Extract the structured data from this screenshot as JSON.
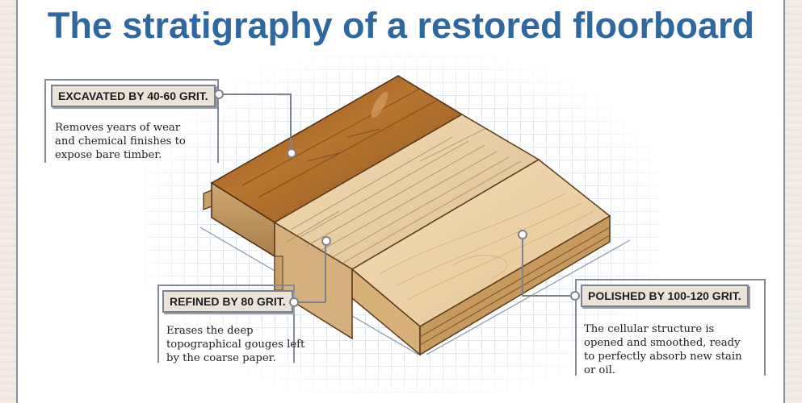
{
  "title": "The stratigraphy of a restored floorboard",
  "callouts": [
    {
      "id": "excavated",
      "label": "EXCAVATED BY 40-60 GRIT.",
      "description_lines": [
        "Removes years of wear",
        "and chemical finishes to",
        "expose bare timber."
      ]
    },
    {
      "id": "refined",
      "label": "REFINED BY 80 GRIT.",
      "description_lines": [
        "Erases the deep",
        "topographical gouges left",
        "by the coarse paper."
      ]
    },
    {
      "id": "polished",
      "label": "POLISHED BY 100-120 GRIT.",
      "description_lines": [
        "The cellular structure is",
        "opened and smoothed, ready",
        "to perfectly absorb new stain",
        "or oil."
      ]
    }
  ],
  "colors": {
    "title": "#2f67a0",
    "label_bg": "#ebe3d8",
    "leader_line": "#7d838c",
    "old_finish": "#9a5a1c",
    "rough_sanded": "#e8cfa6",
    "polished": "#ecd0a4"
  }
}
